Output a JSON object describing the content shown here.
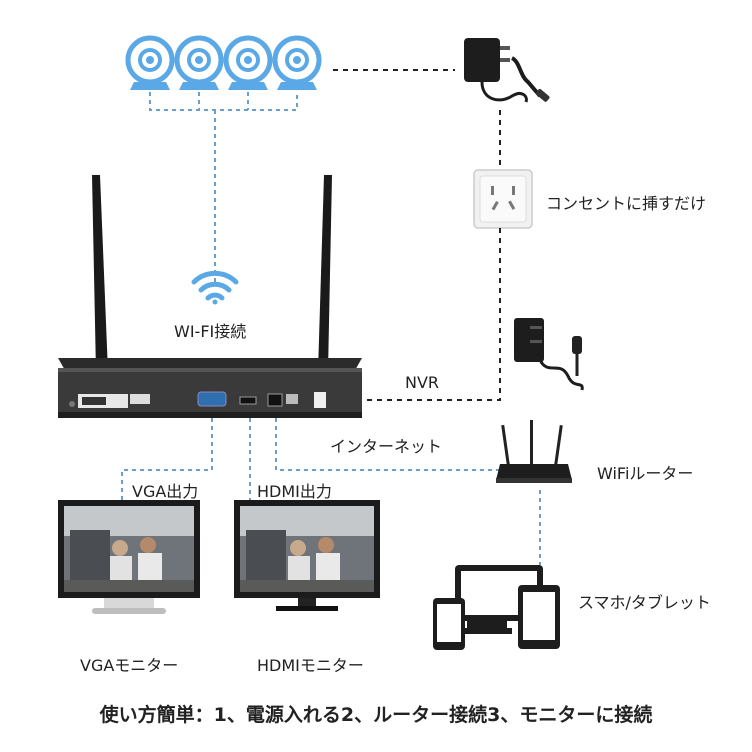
{
  "labels": {
    "wifi": "WI-FI接続",
    "outlet": "コンセントに挿すだけ",
    "nvr": "NVR",
    "internet": "インターネット",
    "router": "WiFiルーター",
    "vga_out": "VGA出力",
    "hdmi_out": "HDMI出力",
    "smartphone": "スマホ/タブレット",
    "vga_monitor": "VGAモニター",
    "hdmi_monitor": "HDMIモニター"
  },
  "footer": "使い方簡単：1、電源入れる2、ルーター接続3、モニターに接続",
  "camera_count": 4,
  "colors": {
    "camera": "#5aa9e6",
    "wire": "#6a9fcc",
    "dark": "#1d1d1d"
  }
}
